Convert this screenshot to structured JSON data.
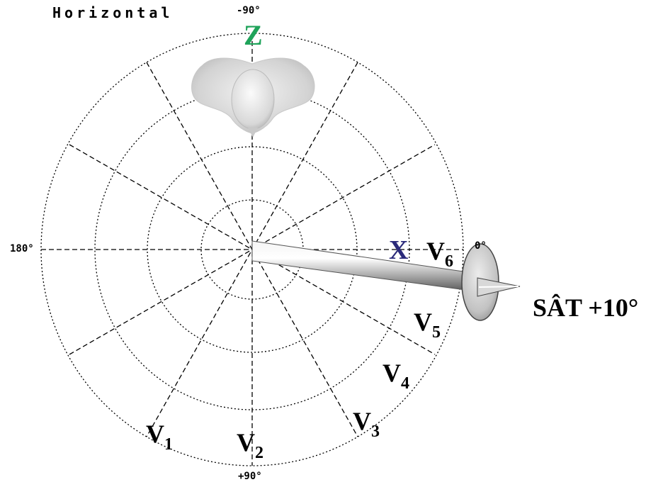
{
  "title": "Horizontal",
  "degrees": {
    "top": "-90°",
    "bottom": "+90°",
    "left": "180°",
    "right": "0°"
  },
  "markers": {
    "z": "Z",
    "x": "X"
  },
  "leads": [
    {
      "letter": "V",
      "sub": "1"
    },
    {
      "letter": "V",
      "sub": "2"
    },
    {
      "letter": "V",
      "sub": "3"
    },
    {
      "letter": "V",
      "sub": "4"
    },
    {
      "letter": "V",
      "sub": "5"
    },
    {
      "letter": "V",
      "sub": "6"
    }
  ],
  "axis_result": "SÂT +10°",
  "axis_angle_deg": 10,
  "colors": {
    "z": "#1fa35a",
    "x": "#2b2a7a",
    "lines": "#000000"
  }
}
